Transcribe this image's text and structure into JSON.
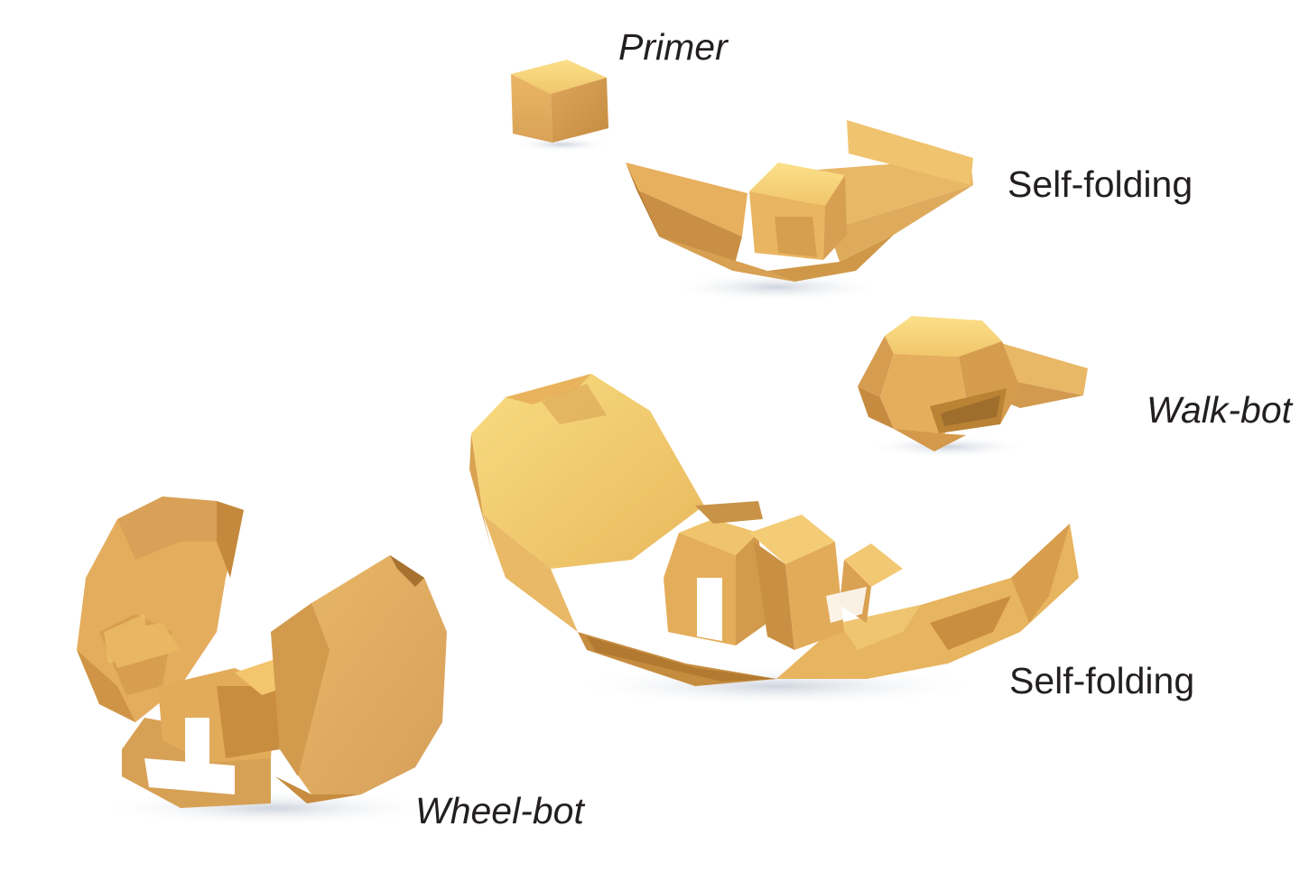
{
  "figure": {
    "background": "#ffffff",
    "palette": {
      "gold_light": "#f7d679",
      "gold_mid": "#e8b35c",
      "gold_base": "#dca55a",
      "gold_dark": "#b97f36",
      "gold_shadow": "#9c6a2a",
      "shadow": "#d9dde4",
      "label_color": "#231f20"
    },
    "labels": {
      "primer": "Primer",
      "self_folding_top": "Self-folding",
      "walk_bot": "Walk-bot",
      "self_folding_bottom": "Self-folding",
      "wheel_bot": "Wheel-bot"
    },
    "objects": [
      {
        "id": "primer",
        "description": "gold cube"
      },
      {
        "id": "self_folding_top",
        "description": "cube on partially folded sheet"
      },
      {
        "id": "walk_bot",
        "description": "folded walking robot"
      },
      {
        "id": "self_folding_bottom",
        "description": "cube with large self-folding exoskeleton sheet"
      },
      {
        "id": "wheel_bot",
        "description": "folded wheel robot with two disc wheels"
      }
    ]
  }
}
